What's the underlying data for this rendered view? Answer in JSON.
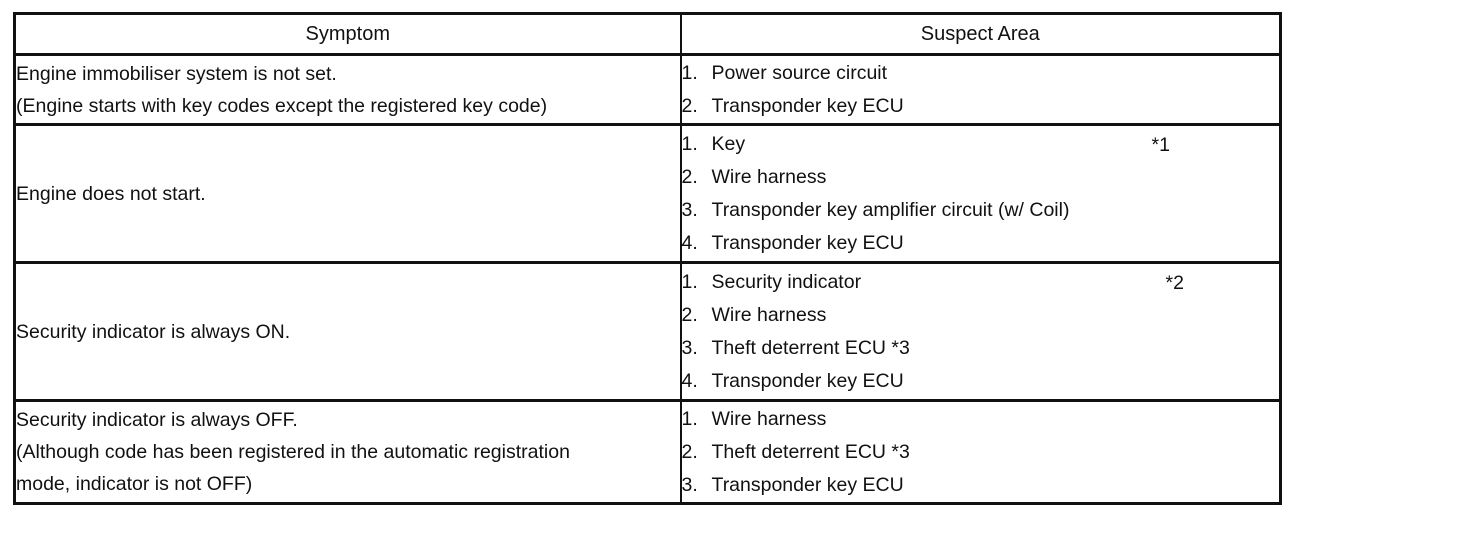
{
  "table": {
    "headers": {
      "symptom": "Symptom",
      "suspect": "Suspect Area"
    },
    "rows": [
      {
        "symptom": [
          "Engine immobiliser system is not set.",
          "(Engine starts with key codes except the registered key code)"
        ],
        "items": [
          {
            "n": "1.",
            "text": "Power source circuit"
          },
          {
            "n": "2.",
            "text": "Transponder key ECU"
          }
        ]
      },
      {
        "symptom": [
          "Engine does not start."
        ],
        "note": "*1",
        "items": [
          {
            "n": "1.",
            "text": "Key"
          },
          {
            "n": "2.",
            "text": "Wire harness"
          },
          {
            "n": "3.",
            "text": "Transponder key amplifier circuit (w/ Coil)"
          },
          {
            "n": "4.",
            "text": "Transponder key ECU"
          }
        ]
      },
      {
        "symptom": [
          "Security indicator is always ON."
        ],
        "note": "*2",
        "items": [
          {
            "n": "1.",
            "text": "Security indicator"
          },
          {
            "n": "2.",
            "text": "Wire harness"
          },
          {
            "n": "3.",
            "text": "Theft deterrent ECU *3"
          },
          {
            "n": "4.",
            "text": "Transponder key ECU"
          }
        ]
      },
      {
        "symptom": [
          "Security indicator is always OFF.",
          "(Although code has been registered in the automatic registration",
          "mode, indicator is not OFF)"
        ],
        "items": [
          {
            "n": "1.",
            "text": "Wire harness"
          },
          {
            "n": "2.",
            "text": "Theft deterrent ECU *3"
          },
          {
            "n": "3.",
            "text": "Transponder key ECU"
          }
        ]
      }
    ]
  }
}
